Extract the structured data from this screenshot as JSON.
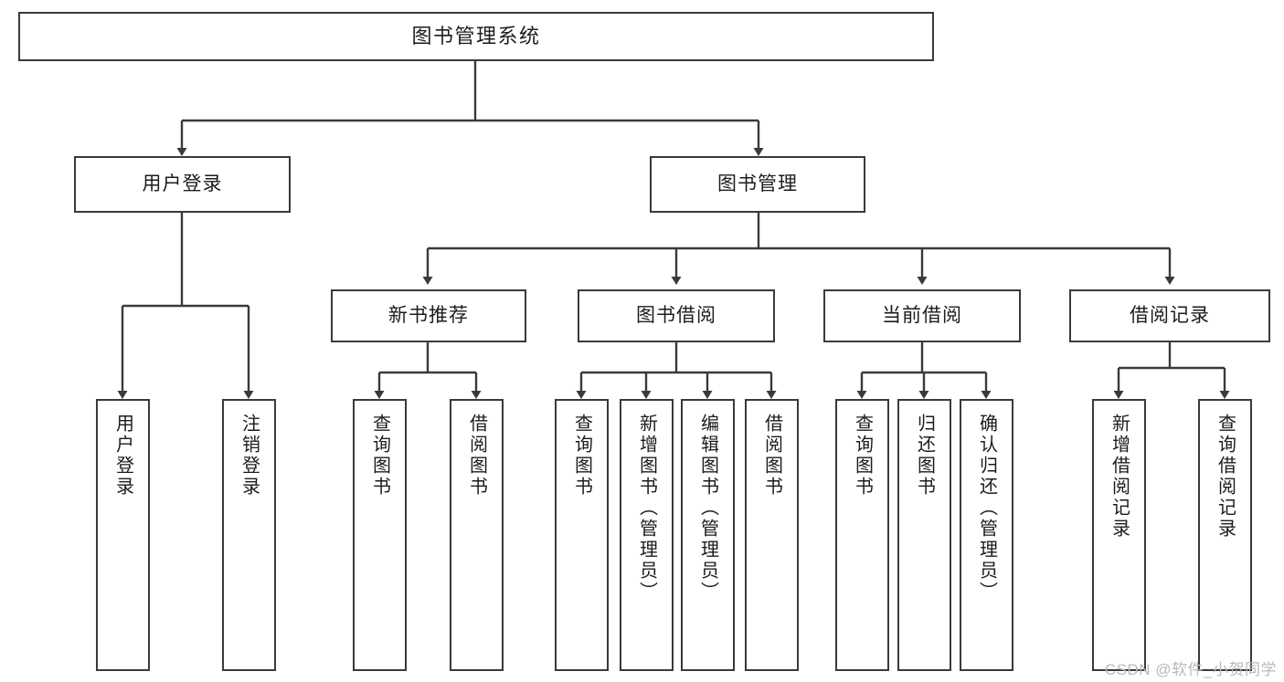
{
  "diagram": {
    "title": "图书管理系统",
    "type": "tree-hierarchy-chart",
    "orientation": "top-down",
    "stroke_color": "#3a3a3a",
    "fill_color": "#ffffff",
    "text_color": "#1c1c1c",
    "levels": 3
  },
  "watermark": {
    "text": "CSDN @软件_小贺同学",
    "color": "#b9b9b9"
  },
  "nodes": {
    "root": {
      "label": "图书管理系统"
    },
    "level1": [
      {
        "label": "用户登录"
      },
      {
        "label": "图书管理"
      }
    ],
    "level2": [
      {
        "label": "新书推荐"
      },
      {
        "label": "图书借阅"
      },
      {
        "label": "当前借阅"
      },
      {
        "label": "借阅记录"
      }
    ],
    "leaves": {
      "user_login": [
        {
          "label": "用户登录"
        },
        {
          "label": "注销登录"
        }
      ],
      "new_book_recommend": [
        {
          "label": "查询图书"
        },
        {
          "label": "借阅图书"
        }
      ],
      "book_borrow": [
        {
          "label": "查询图书"
        },
        {
          "label": "新增图书（管理员）"
        },
        {
          "label": "编辑图书（管理员）"
        },
        {
          "label": "借阅图书"
        }
      ],
      "current_borrow": [
        {
          "label": "查询图书"
        },
        {
          "label": "归还图书"
        },
        {
          "label": "确认归还（管理员）"
        }
      ],
      "borrow_record": [
        {
          "label": "新增借阅记录"
        },
        {
          "label": "查询借阅记录"
        }
      ]
    }
  }
}
